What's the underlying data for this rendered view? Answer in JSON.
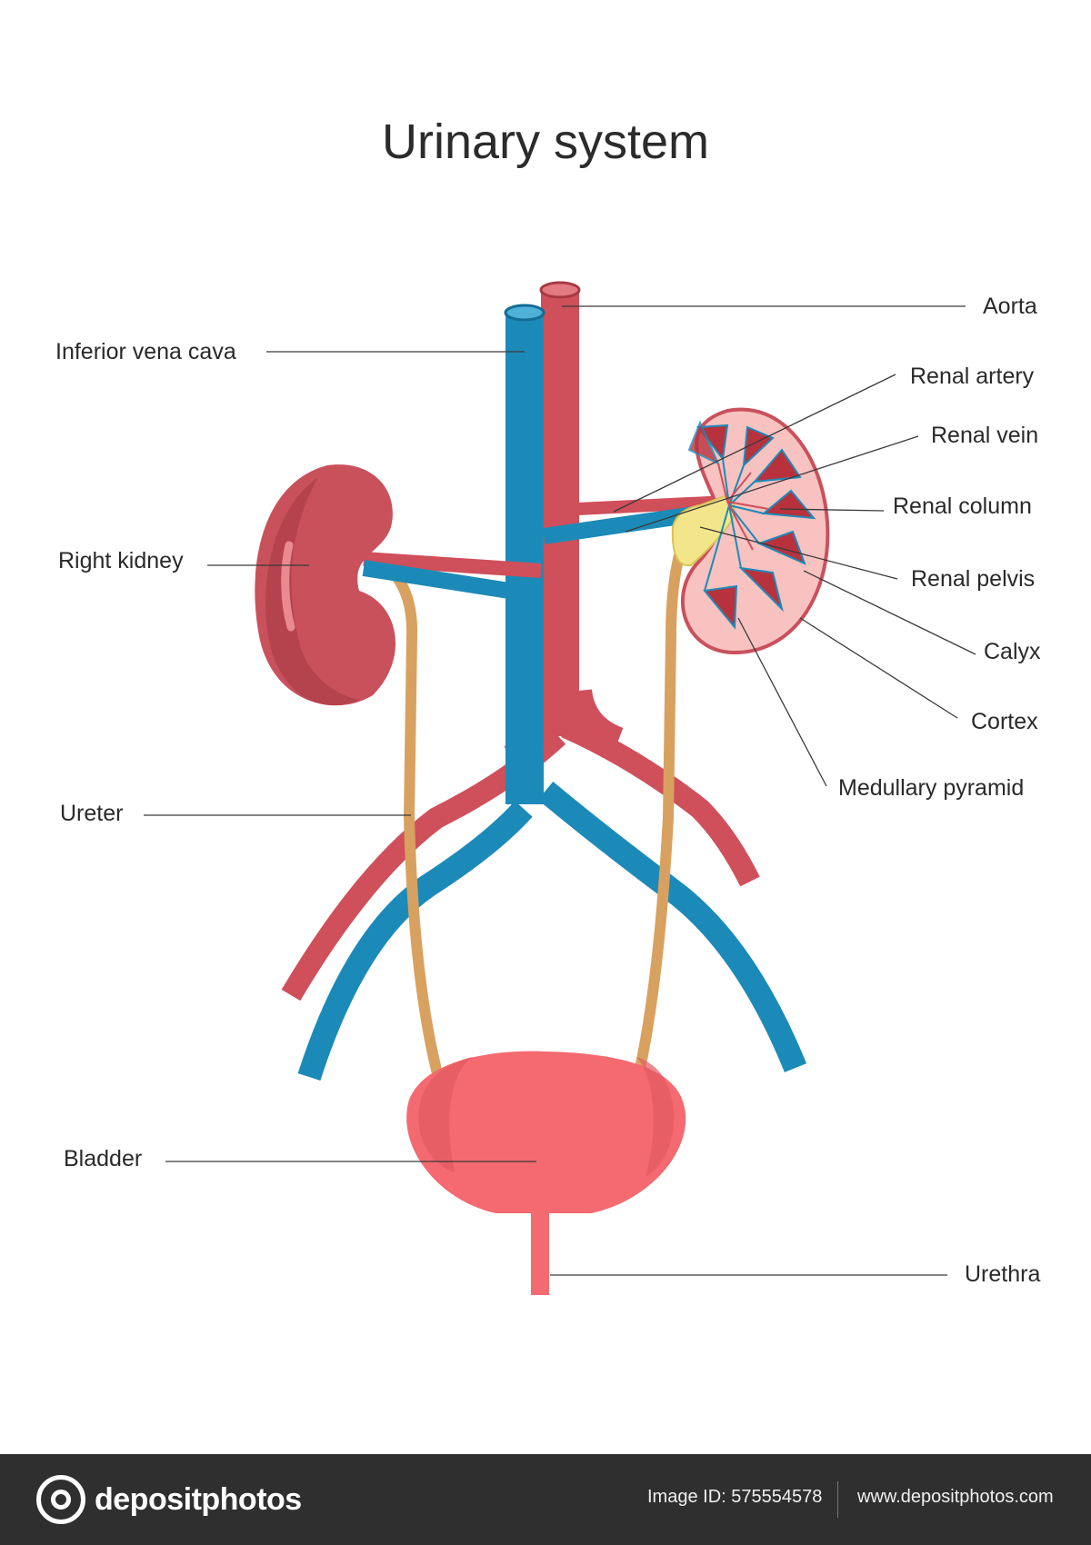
{
  "title": "Urinary system",
  "labels": {
    "aorta": "Aorta",
    "inferior_vena_cava": "Inferior vena cava",
    "renal_artery": "Renal artery",
    "renal_vein": "Renal vein",
    "renal_column": "Renal column",
    "right_kidney": "Right kidney",
    "renal_pelvis": "Renal pelvis",
    "calyx": "Calyx",
    "cortex": "Cortex",
    "medullary_pyramid": "Medullary pyramid",
    "ureter": "Ureter",
    "bladder": "Bladder",
    "urethra": "Urethra"
  },
  "watermark": "depositphotos",
  "footer": {
    "logo_text": "depositphotos",
    "image_id": "Image ID: 575554578",
    "site": "www.depositphotos.com"
  },
  "colors": {
    "artery": "#cf4f5b",
    "vein": "#1c8ab8",
    "ureter": "#d9a15f",
    "bladder": "#f46a70",
    "kidney": "#c9515c",
    "kidney_cortex": "#f7c2c0",
    "pyramid": "#b8323e",
    "pelvis": "#f3e58a",
    "footer_bg": "#2f2f2f"
  }
}
